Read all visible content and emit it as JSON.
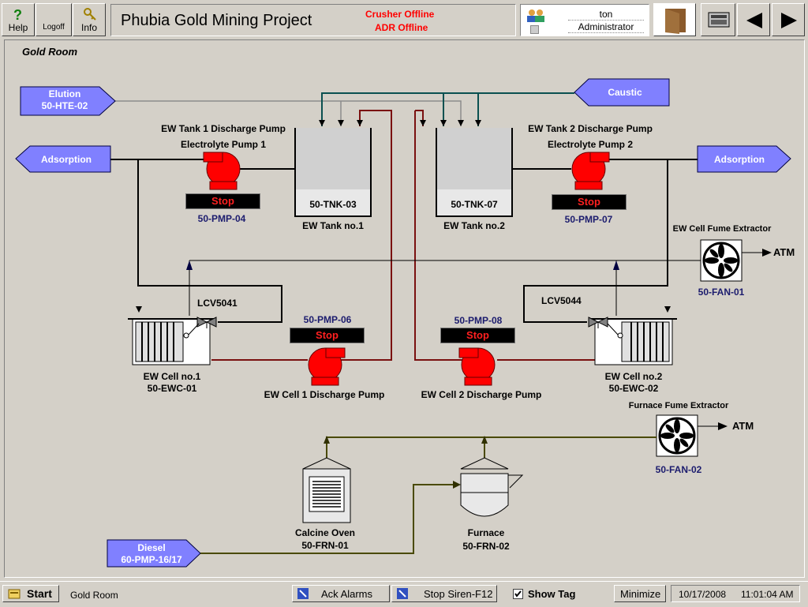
{
  "toolbar": {
    "help_label": "Help",
    "logoff_label": "Logoff",
    "info_label": "Info"
  },
  "header": {
    "title": "Phubia Gold Mining Project",
    "alarm_1": "Crusher Offline",
    "alarm_2": "ADR Offline"
  },
  "user": {
    "name": "ton",
    "role": "Administrator"
  },
  "panel": {
    "title": "Gold Room"
  },
  "arrows": {
    "elution_1": "Elution",
    "elution_2": "50-HTE-02",
    "caustic": "Caustic",
    "adsorption_left": "Adsorption",
    "adsorption_right": "Adsorption",
    "diesel_1": "Diesel",
    "diesel_2": "60-PMP-16/17"
  },
  "equipment": {
    "pump1_title": "EW Tank 1 Discharge Pump",
    "pump1_sub": "Electrolyte Pump 1",
    "pump1_state": "Stop",
    "pump1_tag": "50-PMP-04",
    "pump2_title": "EW Tank 2 Discharge Pump",
    "pump2_sub": "Electrolyte Pump 2",
    "pump2_state": "Stop",
    "pump2_tag": "50-PMP-07",
    "tank1_tag": "50-TNK-03",
    "tank1_name": "EW Tank no.1",
    "tank2_tag": "50-TNK-07",
    "tank2_name": "EW Tank no.2",
    "fan1_title": "EW Cell Fume Extractor",
    "fan1_tag": "50-FAN-01",
    "fan1_out": "ATM",
    "lcv1": "LCV5041",
    "lcv2": "LCV5044",
    "pump6_tag": "50-PMP-06",
    "pump6_state": "Stop",
    "pump6_name": "EW Cell 1 Discharge Pump",
    "pump8_tag": "50-PMP-08",
    "pump8_state": "Stop",
    "pump8_name": "EW Cell 2 Discharge Pump",
    "cell1_name": "EW Cell no.1",
    "cell1_tag": "50-EWC-01",
    "cell2_name": "EW Cell no.2",
    "cell2_tag": "50-EWC-02",
    "fan2_title": "Furnace Fume Extractor",
    "fan2_tag": "50-FAN-02",
    "fan2_out": "ATM",
    "oven_name": "Calcine Oven",
    "oven_tag": "50-FRN-01",
    "furnace_name": "Furnace",
    "furnace_tag": "50-FRN-02"
  },
  "taskbar": {
    "start_label": "Start",
    "screen_name": "Gold Room",
    "ack_label": "Ack Alarms",
    "siren_label": "Stop Siren-F12",
    "showtag_label": "Show Tag",
    "showtag_checked": true,
    "minimize_label": "Minimize",
    "date": "10/17/2008",
    "time": "11:01:04 AM"
  },
  "colors": {
    "arrow_fill": "#8080ff",
    "pump_red": "#ff0000",
    "pipe_red": "#7a1010",
    "pipe_teal": "#0a5050",
    "pipe_olive": "#4a4a00",
    "alarm_red": "#ff0000"
  }
}
